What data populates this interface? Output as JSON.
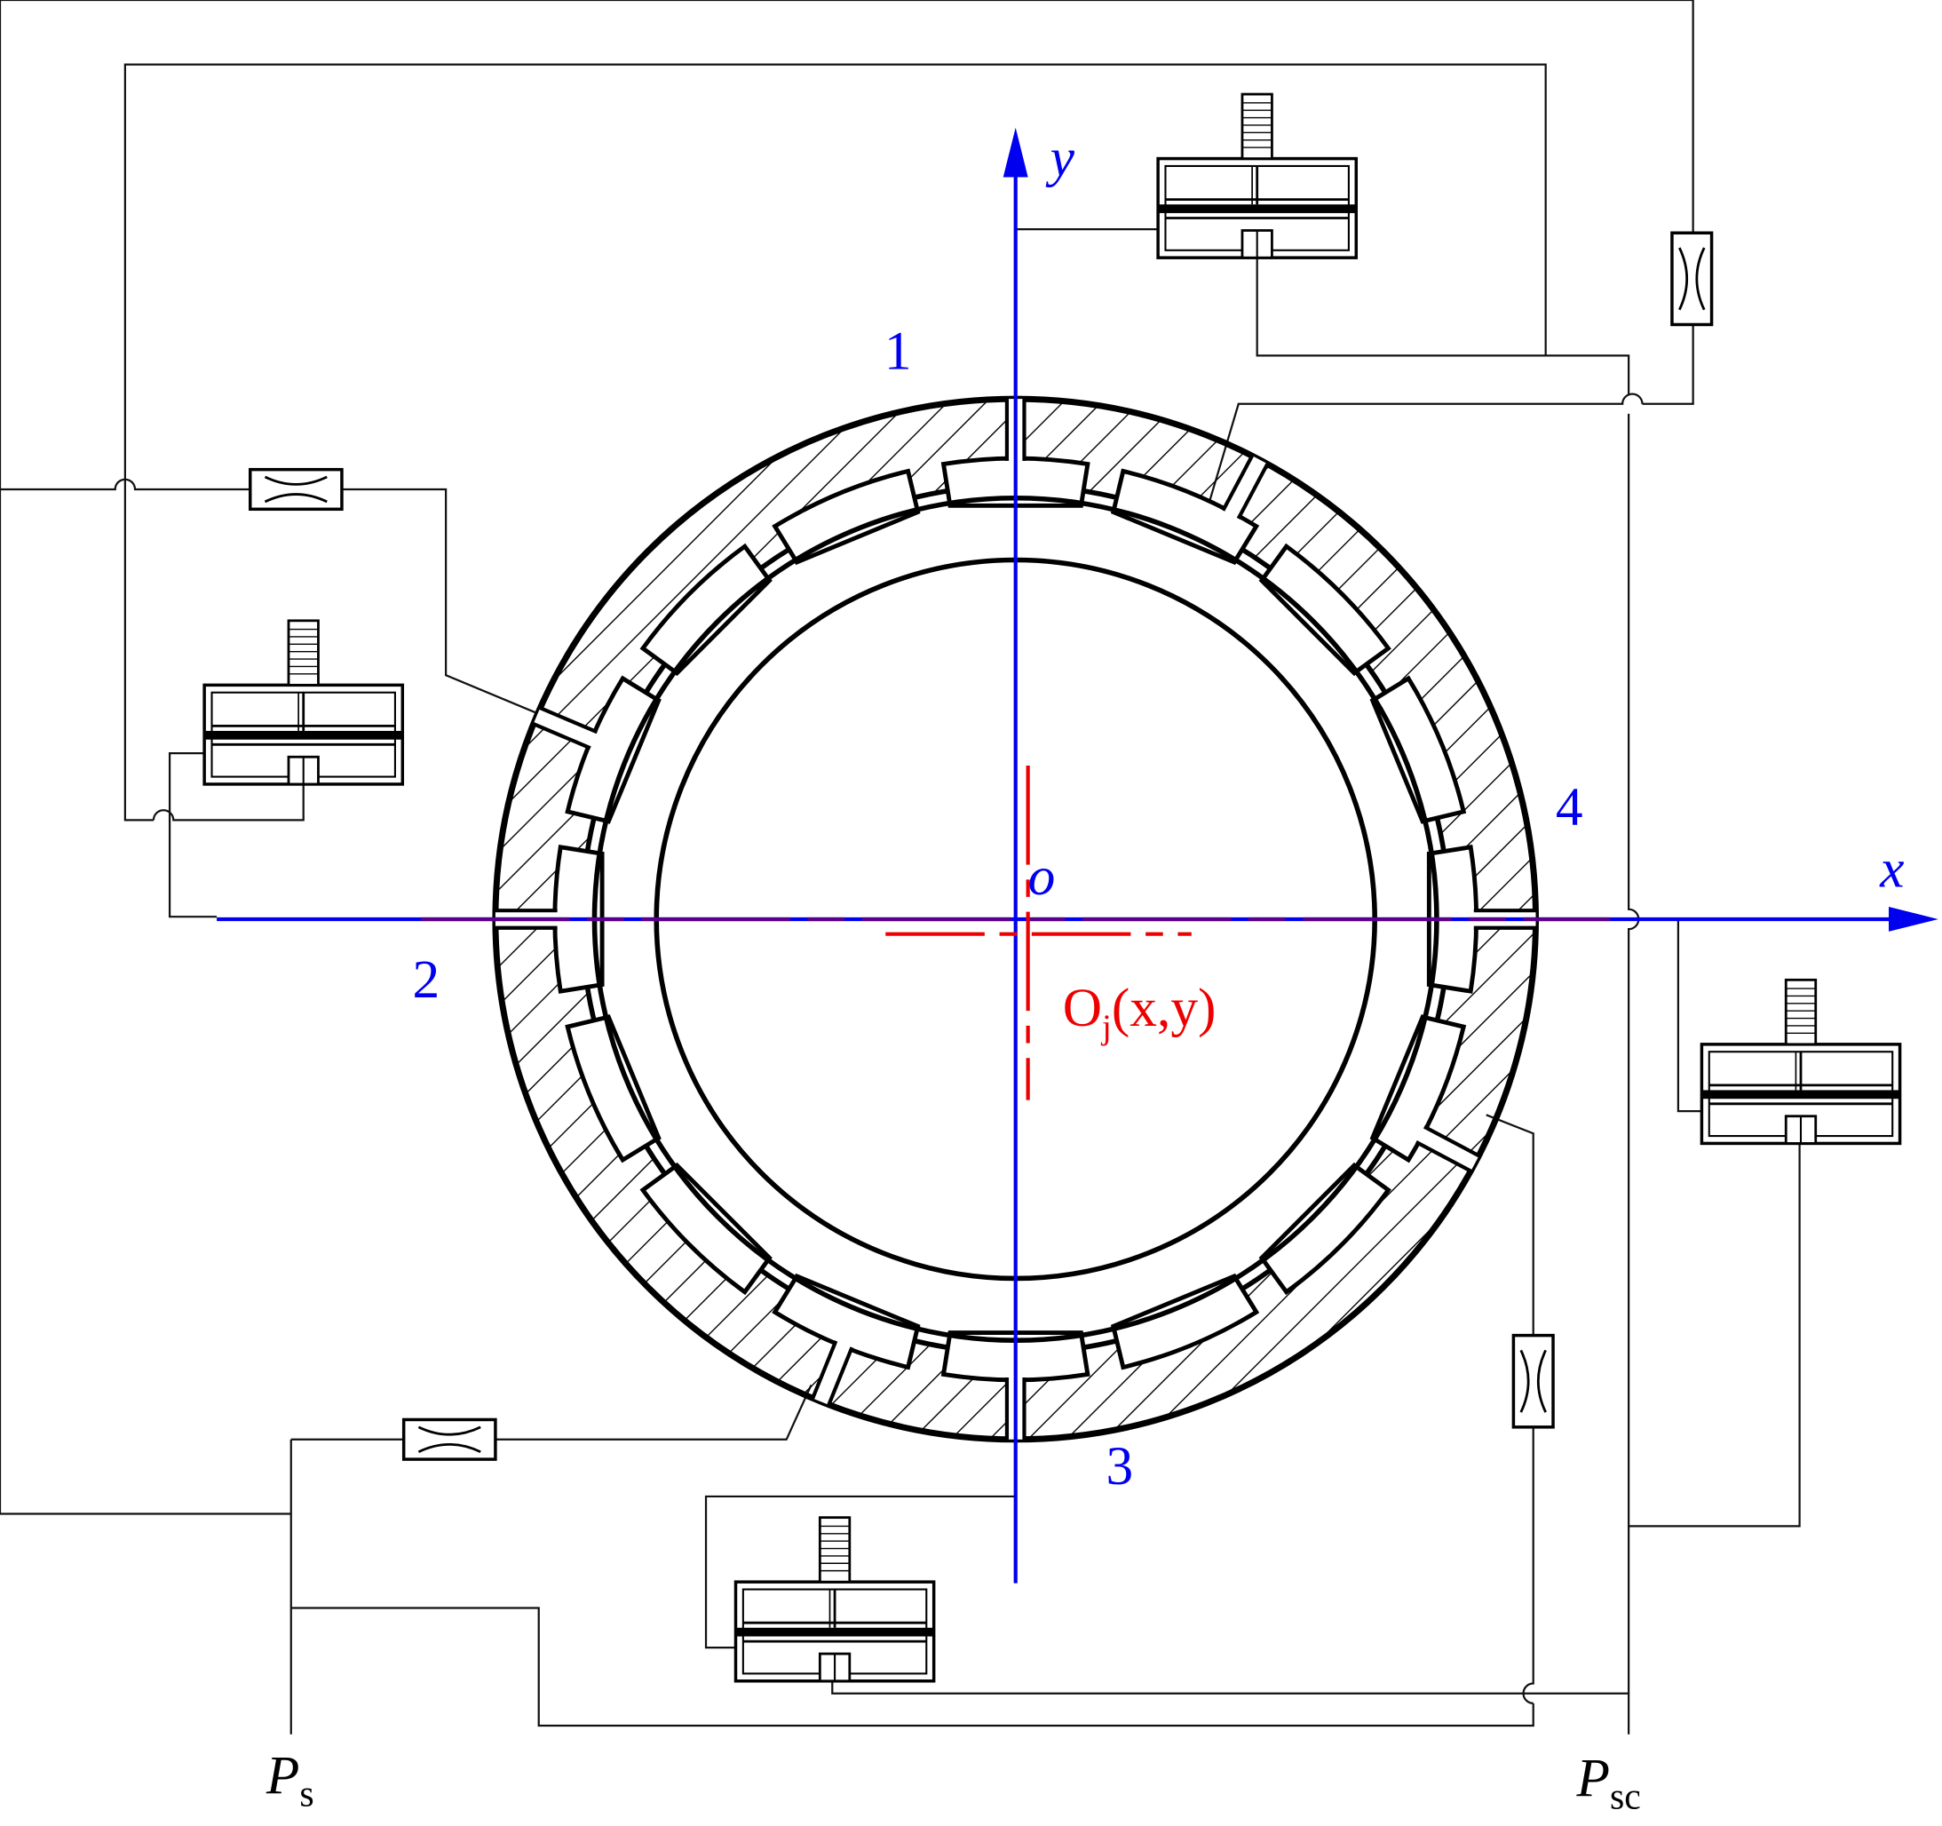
{
  "labels": {
    "pad1": "1",
    "pad2": "2",
    "pad3": "3",
    "pad4": "4",
    "x_axis": "x",
    "y_axis": "y",
    "origin": "o",
    "journal_center_main": "O",
    "journal_center_sub": "j",
    "journal_center_coords": "(x,y)",
    "supply_pressure_main": "P",
    "supply_pressure_sub": "s",
    "control_pressure_main": "P",
    "control_pressure_sub": "sc"
  },
  "colors": {
    "axis": "#0000ee",
    "journal_center": "#ee0000",
    "lines": "#000000"
  }
}
